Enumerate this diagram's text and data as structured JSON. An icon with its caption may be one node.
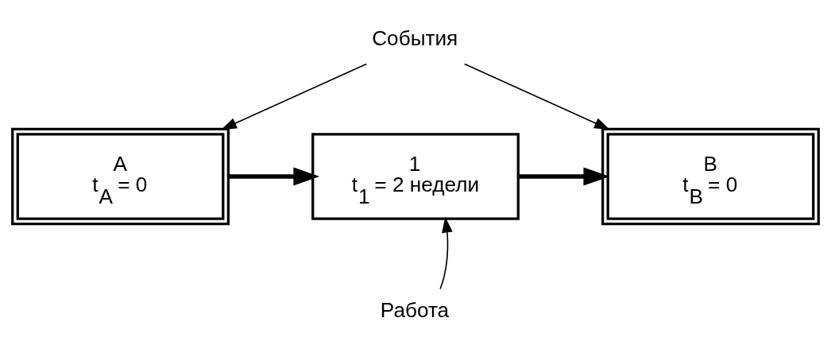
{
  "diagram": {
    "nodes": [
      {
        "text": [
          "События"
        ]
      },
      {
        "text": [
          "A",
          "t$_{A}$ = 0"
        ]
      },
      {
        "text": [
          "1",
          "t$_{1}$ = 2 недели"
        ]
      },
      {
        "text": [
          "B",
          "t$_{B}$ = 0"
        ]
      },
      {
        "text": [
          "Работа"
        ]
      }
    ],
    "edges": [
      {
        "from": 0,
        "to": 1,
        "arrow": "to"
      },
      {
        "from": 0,
        "to": 3,
        "arrow": "to"
      },
      {
        "from": 1,
        "to": 2,
        "arrow": "to",
        "style": "thick"
      },
      {
        "from": 2,
        "to": 3,
        "arrow": "to",
        "style": "thick"
      },
      {
        "from": 4,
        "to": 2,
        "arrow": "to"
      }
    ]
  }
}
